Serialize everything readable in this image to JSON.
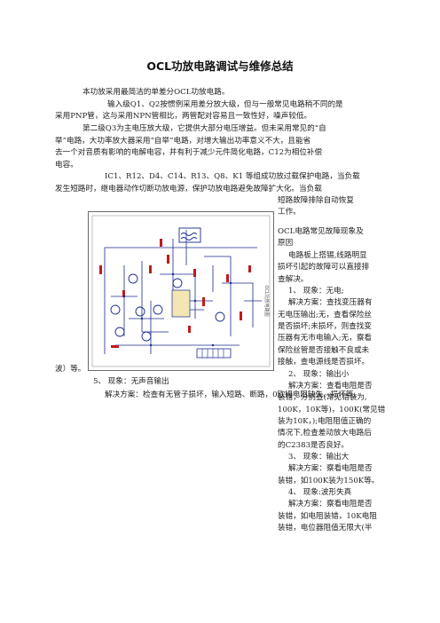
{
  "title": "OCL功放电路调试与维修总结",
  "paragraphs": {
    "intro": "本功放采用最简洁的单差分OCL功放电路。",
    "p1_l1": "输入级Q1、Q2按惯例采用差分放大级，但与一般常见电路稍不同的是",
    "p1_l2": "采用PNP管，这与采用NPN管相比，两管配对容易且一致性好，噪声较低。",
    "p2_l1": "第二级Q3为主电压放大级，它提供大部分电压增益。但未采用常见的“自",
    "p2_l2": "举”电路，大功率放大器采用“自举”电路，对增大输出功率意义不大，且能省",
    "p2_l3": "去一个对音质有影响的电解电容，并有利于减少元件简化电路，C12为相位补偿",
    "p2_l4": "电容。",
    "p3_l1": "IC1、R12、D4、C14、R13、Q8、K1 等组成功放过载保护电路，当负载",
    "p3_l2": "发生短路时，继电器动作切断功放电源，保护功放电路避免故障扩大化。当负载",
    "p3_l3": "短路故障排除自动恢复",
    "p3_l4": "工作。"
  },
  "sidebar": {
    "heading1": "OCL电路常见故障现象及",
    "heading2": "原因",
    "lines": [
      "电路板上搭锡,线路明显",
      "损坏引起的故障可以直接排",
      "查解决。",
      "1、 现象：无电;",
      "解决方案：查找变压器有",
      "无电压输出;无，查看保险丝",
      "是否损坏;未损坏，则查找变",
      "压器有无市电输入;无，察看",
      "保险丝管是否接触不良或未",
      "接触，查电源线是否损坏。",
      "2、 现象：输出小",
      "解决方案：查看电阻是否",
      "装错，分别查(常见错装为,",
      "100K，10K等)，100K(常见错",
      "装为10K，);电阻阻值正确的",
      "情况下,检查差动放大电路后",
      "的C2383是否良好。",
      "3、 现象：输出大",
      "解决方案：察看电阻是否",
      "装错，如100K装为150K等。",
      "4、 现象:波形失真",
      "解决方案：察看电阻是否",
      "装错，如电阻装错，10K电阻",
      "装错，电位器阻值无限大(半"
    ]
  },
  "bottom": {
    "l1": "波）等。",
    "l2": "5、 现象：无声音输出",
    "l3": "解决方案：检查有无管子损坏，输入短路、断路，0欧姆电阻缺失、损坏等。"
  },
  "schematic": {
    "vertical_label": "OCL功放电路图"
  },
  "colors": {
    "wire": "#1b2a8f",
    "component": "#c01a1a",
    "frame": "#6b6b6b",
    "text": "#222222"
  }
}
